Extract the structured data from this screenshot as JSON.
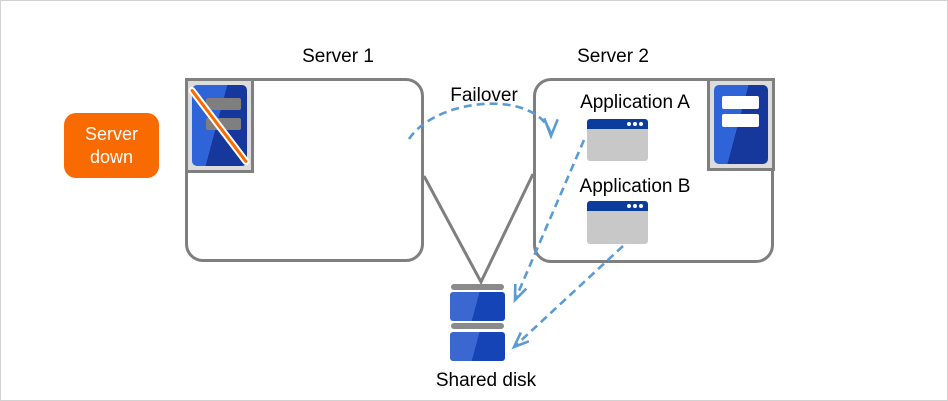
{
  "badge": {
    "line1": "Server",
    "line2": "down"
  },
  "servers": [
    {
      "label": "Server 1",
      "status": "down",
      "icon": "server-down-icon"
    },
    {
      "label": "Server 2",
      "status": "up",
      "icon": "server-up-icon",
      "applications": [
        {
          "label": "Application A",
          "icon": "app-window-icon"
        },
        {
          "label": "Application B",
          "icon": "app-window-icon"
        }
      ]
    }
  ],
  "shared_disk": {
    "label": "Shared disk",
    "icon": "disk-icon",
    "segments": 2
  },
  "connections": [
    {
      "name": "failover",
      "from": "Server 1",
      "to": "Server 2",
      "label": "Failover",
      "style": "dashed-arc-arrow"
    },
    {
      "name": "server1-disk",
      "from": "Server 1",
      "to": "Shared disk",
      "style": "solid-line"
    },
    {
      "name": "server2-disk",
      "from": "Server 2",
      "to": "Shared disk",
      "style": "solid-line"
    },
    {
      "name": "app-a-disk",
      "from": "Application A",
      "to": "Shared disk",
      "style": "dashed-arrow"
    },
    {
      "name": "app-b-disk",
      "from": "Application B",
      "to": "Shared disk",
      "style": "dashed-arrow"
    }
  ],
  "colors": {
    "orange": "#f96a00",
    "dashed_blue": "#5b9bd5",
    "line_gray": "#7f7f7f",
    "machine_blue_light": "#2f63d8",
    "machine_blue_dark": "#16379c",
    "titlebar_navy": "#0b3d9e",
    "app_body_gray": "#c8c8c8",
    "icon_bg_gray": "#dcdcdc"
  }
}
